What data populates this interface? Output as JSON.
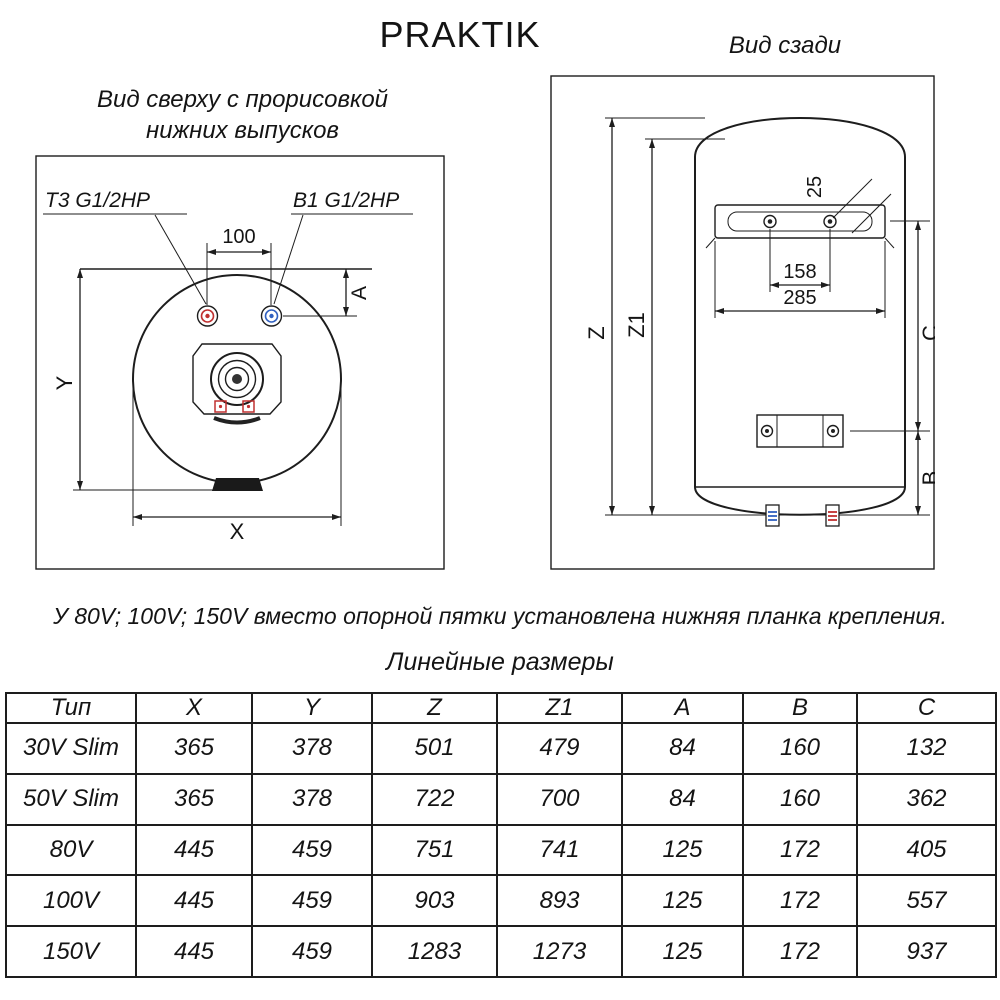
{
  "title": "PRAKTIK",
  "views": {
    "top_view": {
      "caption_line1": "Вид сверху с прорисовкой",
      "caption_line2": "нижних выпусков",
      "label_t3": "Т3 G1/2НР",
      "label_b1": "В1 G1/2НР",
      "dim_100": "100",
      "dim_a": "A",
      "dim_y": "Y",
      "dim_x": "X"
    },
    "rear_view": {
      "caption": "Вид сзади",
      "dim_25": "25",
      "dim_158": "158",
      "dim_285": "285",
      "dim_z": "Z",
      "dim_z1": "Z1",
      "dim_c": "C",
      "dim_b": "B"
    }
  },
  "note": "У 80V; 100V; 150V вместо опорной пятки установлена нижняя планка крепления.",
  "table": {
    "title": "Линейные размеры",
    "headers": [
      "Тип",
      "X",
      "Y",
      "Z",
      "Z1",
      "A",
      "B",
      "C"
    ],
    "rows": [
      [
        "30V Slim",
        "365",
        "378",
        "501",
        "479",
        "84",
        "160",
        "132"
      ],
      [
        "50V Slim",
        "365",
        "378",
        "722",
        "700",
        "84",
        "160",
        "362"
      ],
      [
        "80V",
        "445",
        "459",
        "751",
        "741",
        "125",
        "172",
        "405"
      ],
      [
        "100V",
        "445",
        "459",
        "903",
        "893",
        "125",
        "172",
        "557"
      ],
      [
        "150V",
        "445",
        "459",
        "1283",
        "1273",
        "125",
        "172",
        "937"
      ]
    ]
  },
  "colors": {
    "hot_connector": "#c03030",
    "cold_connector": "#3060c0",
    "line": "#1d1d1d"
  }
}
